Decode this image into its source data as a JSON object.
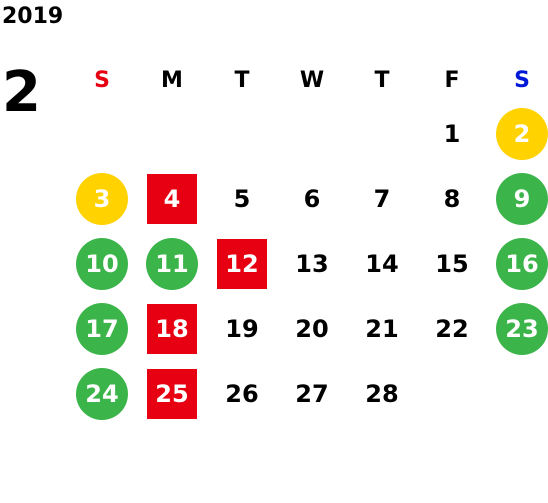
{
  "calendar": {
    "year": "2019",
    "month": "2",
    "weekdays": [
      "S",
      "M",
      "T",
      "W",
      "T",
      "F",
      "S"
    ],
    "weeks": [
      [
        null,
        null,
        null,
        null,
        null,
        {
          "d": "1",
          "mark": ""
        },
        {
          "d": "2",
          "mark": "yellow"
        }
      ],
      [
        {
          "d": "3",
          "mark": "yellow"
        },
        {
          "d": "4",
          "mark": "red"
        },
        {
          "d": "5",
          "mark": ""
        },
        {
          "d": "6",
          "mark": ""
        },
        {
          "d": "7",
          "mark": ""
        },
        {
          "d": "8",
          "mark": ""
        },
        {
          "d": "9",
          "mark": "green"
        }
      ],
      [
        {
          "d": "10",
          "mark": "green"
        },
        {
          "d": "11",
          "mark": "green"
        },
        {
          "d": "12",
          "mark": "red"
        },
        {
          "d": "13",
          "mark": ""
        },
        {
          "d": "14",
          "mark": ""
        },
        {
          "d": "15",
          "mark": ""
        },
        {
          "d": "16",
          "mark": "green"
        }
      ],
      [
        {
          "d": "17",
          "mark": "green"
        },
        {
          "d": "18",
          "mark": "red"
        },
        {
          "d": "19",
          "mark": ""
        },
        {
          "d": "20",
          "mark": ""
        },
        {
          "d": "21",
          "mark": ""
        },
        {
          "d": "22",
          "mark": ""
        },
        {
          "d": "23",
          "mark": "green"
        }
      ],
      [
        {
          "d": "24",
          "mark": "green"
        },
        {
          "d": "25",
          "mark": "red"
        },
        {
          "d": "26",
          "mark": ""
        },
        {
          "d": "27",
          "mark": ""
        },
        {
          "d": "28",
          "mark": ""
        },
        null,
        null
      ]
    ]
  },
  "colors": {
    "sunday": "#e60012",
    "saturday": "#0018d8",
    "green_mark": "#3bb44a",
    "yellow_mark": "#ffd200",
    "red_mark": "#e60012"
  }
}
